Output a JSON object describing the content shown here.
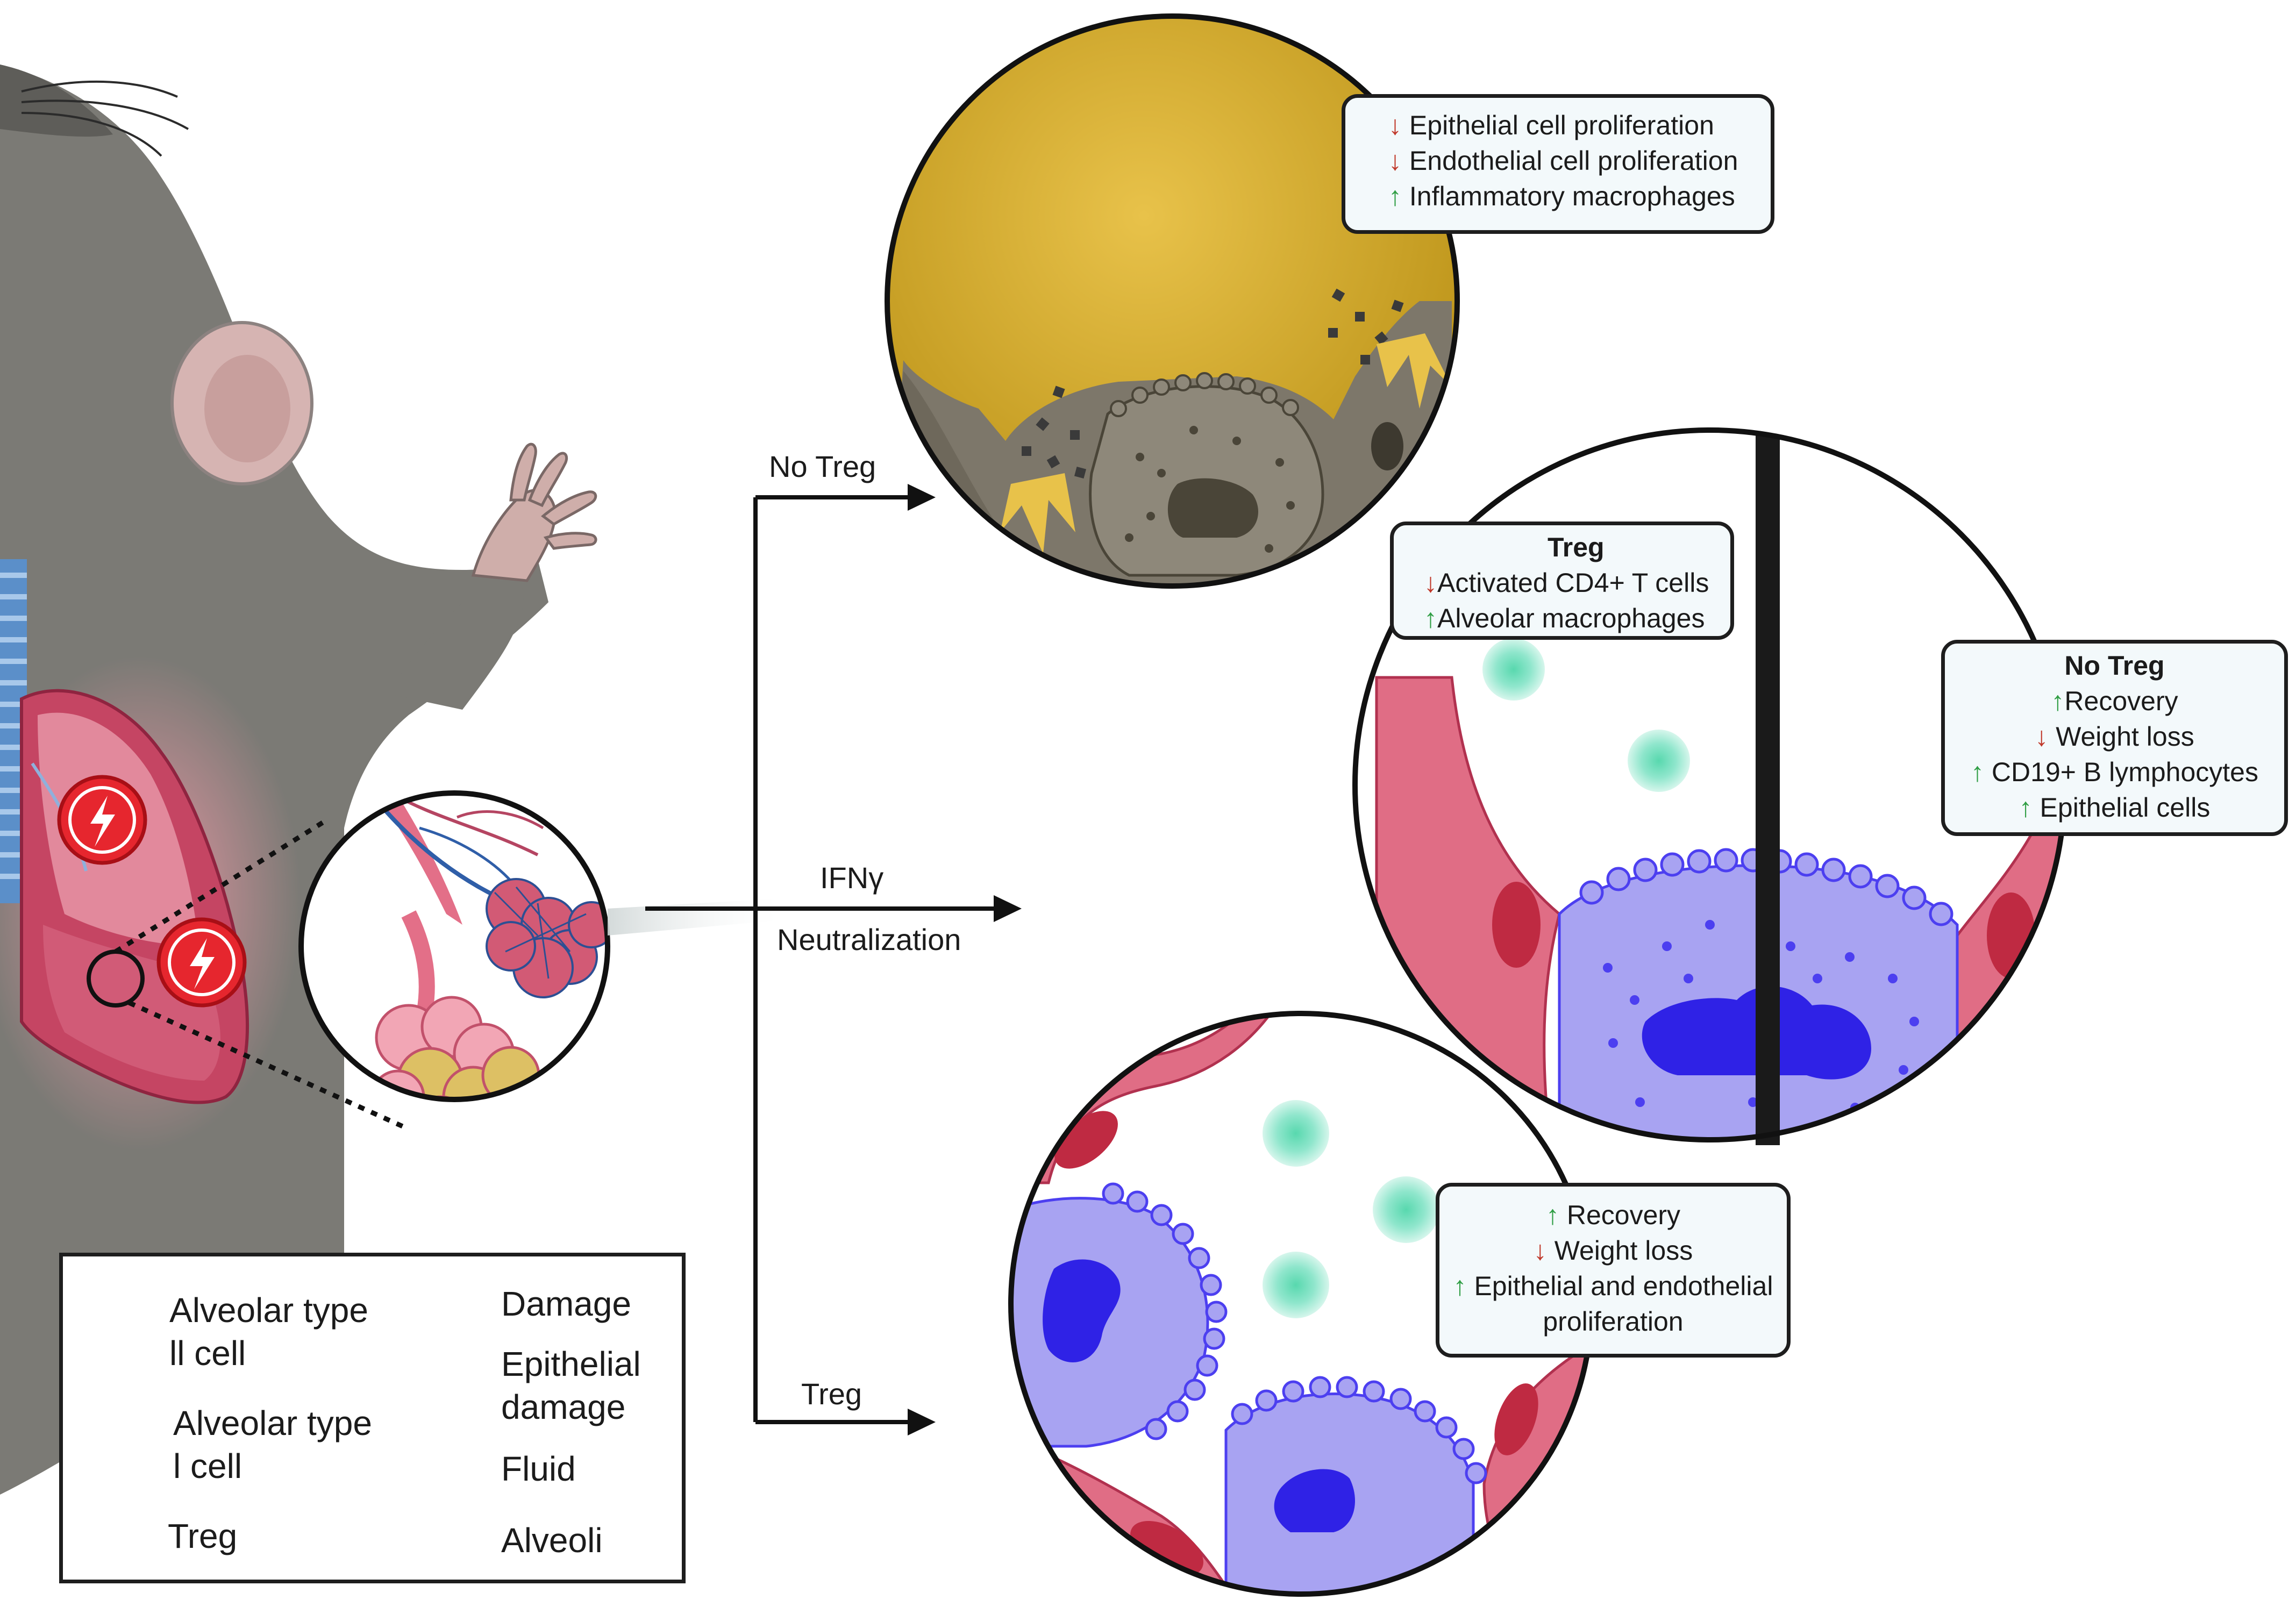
{
  "arrows": {
    "no_treg": "No Treg",
    "ifn_line1": "IFNγ",
    "ifn_line2": "Neutralization",
    "treg": "Treg"
  },
  "box_top": {
    "rows": [
      {
        "dir": "down",
        "text": "Epithelial cell proliferation"
      },
      {
        "dir": "down",
        "text": "Endothelial cell proliferation"
      },
      {
        "dir": "up",
        "text": "Inflammatory macrophages"
      }
    ]
  },
  "box_treg": {
    "title": "Treg",
    "rows": [
      {
        "dir": "down",
        "text": "Activated CD4+ T cells"
      },
      {
        "dir": "up",
        "text": "Alveolar macrophages"
      }
    ]
  },
  "box_notreg": {
    "title": "No Treg",
    "rows": [
      {
        "dir": "up",
        "text": "Recovery"
      },
      {
        "dir": "down",
        "text": "Weight loss"
      },
      {
        "dir": "up",
        "text": "CD19+ B lymphocytes"
      },
      {
        "dir": "up",
        "text": "Epithelial cells"
      }
    ]
  },
  "box_bottom": {
    "rows": [
      {
        "dir": "up",
        "text": "Recovery"
      },
      {
        "dir": "down",
        "text": "Weight loss"
      },
      {
        "dir": "up",
        "text": "Epithelial and endothelial"
      },
      {
        "dir": "none",
        "text": "proliferation"
      }
    ]
  },
  "legend": {
    "at2_l1": "Alveolar type",
    "at2_l2": "ll cell",
    "at1_l1": "Alveolar type",
    "at1_l2": "l cell",
    "treg": "Treg",
    "damage": "Damage",
    "epi_l1": "Epithelial",
    "epi_l2": "damage",
    "fluid": "Fluid",
    "alveoli": "Alveoli"
  },
  "colors": {
    "mouse": "#7b7a75",
    "lung": "#d44c6d",
    "fluid": "#c8a21c",
    "at2": "#a8a3f2",
    "nucleus": "#2f22e6",
    "at1": "#e06d85",
    "treg": "#7fe0c3",
    "damage": "#e6262e",
    "up": "#2f9e44",
    "down": "#c0392b"
  }
}
